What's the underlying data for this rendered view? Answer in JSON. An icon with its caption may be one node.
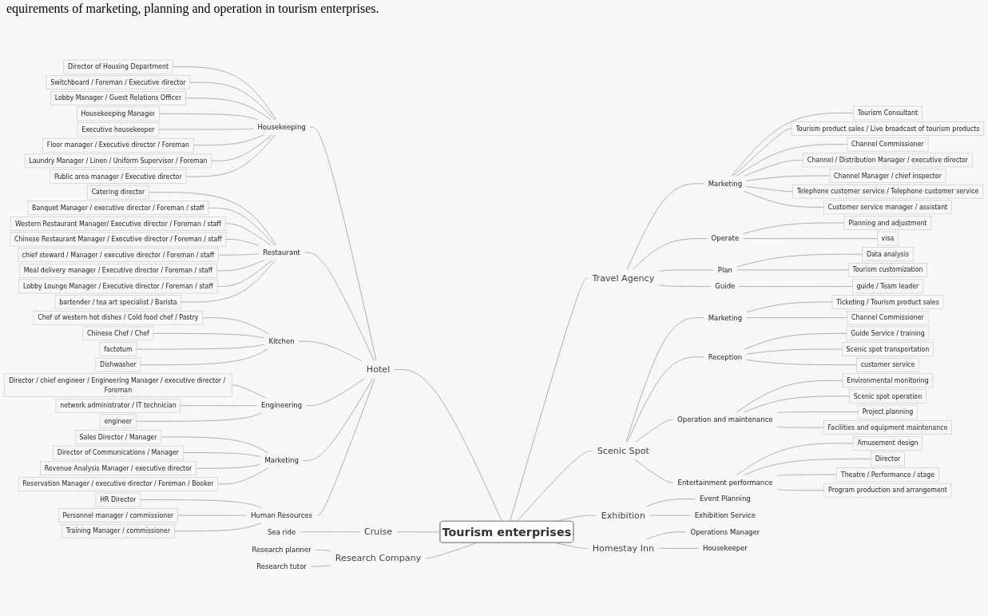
{
  "diagram": {
    "caption": "equirements of marketing, planning and operation in tourism enterprises.",
    "nodes": [
      {
        "text": [
          "Tourism enterprises"
        ]
      },
      {
        "text": [
          "Hotel"
        ]
      },
      {
        "text": [
          "Housekeeping"
        ]
      },
      {
        "text": [
          "Director of Housing Department"
        ]
      },
      {
        "text": [
          "Switchboard / Foreman / Executive director"
        ]
      },
      {
        "text": [
          "Lobby Manager / Guest Relations Officer"
        ]
      },
      {
        "text": [
          "Housekeeping Manager"
        ]
      },
      {
        "text": [
          "Executive housekeeper"
        ]
      },
      {
        "text": [
          "Floor manager / Executive director / Foreman"
        ]
      },
      {
        "text": [
          "Laundry Manager / Linen / Uniform Supervisor / Foreman"
        ]
      },
      {
        "text": [
          "Public area manager / Executive director"
        ]
      },
      {
        "text": [
          "Restaurant"
        ]
      },
      {
        "text": [
          "Catering director"
        ]
      },
      {
        "text": [
          "Banquet Manager / executive director / Foreman / staff"
        ]
      },
      {
        "text": [
          "Western Restaurant Manager/ Executive director / Foreman / staff"
        ]
      },
      {
        "text": [
          "Chinese Restaurant Manager / Executive director / Foreman / staff"
        ]
      },
      {
        "text": [
          "chief steward / Manager / executive director / Foreman / staff"
        ]
      },
      {
        "text": [
          "Meal delivery manager / Executive director / Foreman / staff"
        ]
      },
      {
        "text": [
          "Lobby Lounge Manager / Executive director / Foreman / staff"
        ]
      },
      {
        "text": [
          "bartender / tea art specialist / Barista"
        ]
      },
      {
        "text": [
          "Kitchen"
        ]
      },
      {
        "text": [
          "Chef of western hot dishes / Cold food chef / Pastry"
        ]
      },
      {
        "text": [
          "Chinese Chef / Chef"
        ]
      },
      {
        "text": [
          "factotum"
        ]
      },
      {
        "text": [
          "Dishwasher"
        ]
      },
      {
        "text": [
          "Engineering"
        ]
      },
      {
        "text": [
          "Director / chief engineer / Engineering Manager / executive director / Foreman"
        ]
      },
      {
        "text": [
          "network administrator / IT technician"
        ]
      },
      {
        "text": [
          "engineer"
        ]
      },
      {
        "text": [
          "Marketing"
        ]
      },
      {
        "text": [
          "Sales Director / Manager"
        ]
      },
      {
        "text": [
          "Director of Communications / Manager"
        ]
      },
      {
        "text": [
          "Revenue Analysis Manager / executive director"
        ]
      },
      {
        "text": [
          "Reservation Manager / executive director / Foreman / Booker"
        ]
      },
      {
        "text": [
          "Human Resources"
        ]
      },
      {
        "text": [
          "HR Director"
        ]
      },
      {
        "text": [
          "Personnel manager / commissioner"
        ]
      },
      {
        "text": [
          "Training Manager / commissioner"
        ]
      },
      {
        "text": [
          "Cruise"
        ]
      },
      {
        "text": [
          "Sea ride"
        ]
      },
      {
        "text": [
          "Research Company"
        ]
      },
      {
        "text": [
          "Research planner"
        ]
      },
      {
        "text": [
          "Research tutor"
        ]
      },
      {
        "text": [
          "Travel Agency"
        ]
      },
      {
        "text": [
          "Marketing"
        ]
      },
      {
        "text": [
          "Tourism Consultant"
        ]
      },
      {
        "text": [
          "Tourism product sales / Live broadcast of tourism products"
        ]
      },
      {
        "text": [
          "Channel Commissioner"
        ]
      },
      {
        "text": [
          "Channel / Distribution Manager / executive director"
        ]
      },
      {
        "text": [
          "Channel Manager / chief inspector"
        ]
      },
      {
        "text": [
          "Telephone customer service / Telephone customer service"
        ]
      },
      {
        "text": [
          "Customer service manager / assistant"
        ]
      },
      {
        "text": [
          "Operate"
        ]
      },
      {
        "text": [
          "Planning and adjustment"
        ]
      },
      {
        "text": [
          "visa"
        ]
      },
      {
        "text": [
          "Plan"
        ]
      },
      {
        "text": [
          "Data analysis"
        ]
      },
      {
        "text": [
          "Tourism customization"
        ]
      },
      {
        "text": [
          "Guide"
        ]
      },
      {
        "text": [
          "guide / Team leader"
        ]
      },
      {
        "text": [
          "Scenic Spot"
        ]
      },
      {
        "text": [
          "Marketing"
        ]
      },
      {
        "text": [
          "Ticketing / Tourism product sales"
        ]
      },
      {
        "text": [
          "Channel Commissioner"
        ]
      },
      {
        "text": [
          "Reception"
        ]
      },
      {
        "text": [
          "Guide Service / training"
        ]
      },
      {
        "text": [
          "Scenic spot transportation"
        ]
      },
      {
        "text": [
          "customer service"
        ]
      },
      {
        "text": [
          "Operation and maintenance"
        ]
      },
      {
        "text": [
          "Environmental monitoring"
        ]
      },
      {
        "text": [
          "Scenic spot operation"
        ]
      },
      {
        "text": [
          "Project planning"
        ]
      },
      {
        "text": [
          "Facilities and equipment maintenance"
        ]
      },
      {
        "text": [
          "Entertainment performance"
        ]
      },
      {
        "text": [
          "Amusement design"
        ]
      },
      {
        "text": [
          "Director"
        ]
      },
      {
        "text": [
          "Theatre / Performance / stage"
        ]
      },
      {
        "text": [
          "Program production and arrangement"
        ]
      },
      {
        "text": [
          "Exhibition"
        ]
      },
      {
        "text": [
          "Event Planning"
        ]
      },
      {
        "text": [
          "Exhibition Service"
        ]
      },
      {
        "text": [
          "Homestay Inn"
        ]
      },
      {
        "text": [
          "Operations Manager"
        ]
      },
      {
        "text": [
          "Housekeeper"
        ]
      }
    ],
    "edges": [
      {
        "from": 0,
        "to": 1,
        "arrow": "none"
      },
      {
        "from": 1,
        "to": 2,
        "arrow": "none"
      },
      {
        "from": 2,
        "to": 3,
        "arrow": "none"
      },
      {
        "from": 2,
        "to": 4,
        "arrow": "none"
      },
      {
        "from": 2,
        "to": 5,
        "arrow": "none"
      },
      {
        "from": 2,
        "to": 6,
        "arrow": "none"
      },
      {
        "from": 2,
        "to": 7,
        "arrow": "none"
      },
      {
        "from": 2,
        "to": 8,
        "arrow": "none"
      },
      {
        "from": 2,
        "to": 9,
        "arrow": "none"
      },
      {
        "from": 2,
        "to": 10,
        "arrow": "none"
      },
      {
        "from": 1,
        "to": 11,
        "arrow": "none"
      },
      {
        "from": 11,
        "to": 12,
        "arrow": "none"
      },
      {
        "from": 11,
        "to": 13,
        "arrow": "none"
      },
      {
        "from": 11,
        "to": 14,
        "arrow": "none"
      },
      {
        "from": 11,
        "to": 15,
        "arrow": "none"
      },
      {
        "from": 11,
        "to": 16,
        "arrow": "none"
      },
      {
        "from": 11,
        "to": 17,
        "arrow": "none"
      },
      {
        "from": 11,
        "to": 18,
        "arrow": "none"
      },
      {
        "from": 11,
        "to": 19,
        "arrow": "none"
      },
      {
        "from": 1,
        "to": 20,
        "arrow": "none"
      },
      {
        "from": 20,
        "to": 21,
        "arrow": "none"
      },
      {
        "from": 20,
        "to": 22,
        "arrow": "none"
      },
      {
        "from": 20,
        "to": 23,
        "arrow": "none"
      },
      {
        "from": 20,
        "to": 24,
        "arrow": "none"
      },
      {
        "from": 1,
        "to": 25,
        "arrow": "none"
      },
      {
        "from": 25,
        "to": 26,
        "arrow": "none"
      },
      {
        "from": 25,
        "to": 27,
        "arrow": "none"
      },
      {
        "from": 25,
        "to": 28,
        "arrow": "none"
      },
      {
        "from": 1,
        "to": 29,
        "arrow": "none"
      },
      {
        "from": 29,
        "to": 30,
        "arrow": "none"
      },
      {
        "from": 29,
        "to": 31,
        "arrow": "none"
      },
      {
        "from": 29,
        "to": 32,
        "arrow": "none"
      },
      {
        "from": 29,
        "to": 33,
        "arrow": "none"
      },
      {
        "from": 1,
        "to": 34,
        "arrow": "none"
      },
      {
        "from": 34,
        "to": 35,
        "arrow": "none"
      },
      {
        "from": 34,
        "to": 36,
        "arrow": "none"
      },
      {
        "from": 34,
        "to": 37,
        "arrow": "none"
      },
      {
        "from": 0,
        "to": 38,
        "arrow": "none"
      },
      {
        "from": 38,
        "to": 39,
        "arrow": "none"
      },
      {
        "from": 0,
        "to": 40,
        "arrow": "none"
      },
      {
        "from": 40,
        "to": 41,
        "arrow": "none"
      },
      {
        "from": 40,
        "to": 42,
        "arrow": "none"
      },
      {
        "from": 0,
        "to": 43,
        "arrow": "none"
      },
      {
        "from": 43,
        "to": 44,
        "arrow": "none"
      },
      {
        "from": 44,
        "to": 45,
        "arrow": "none"
      },
      {
        "from": 44,
        "to": 46,
        "arrow": "none"
      },
      {
        "from": 44,
        "to": 47,
        "arrow": "none"
      },
      {
        "from": 44,
        "to": 48,
        "arrow": "none"
      },
      {
        "from": 44,
        "to": 49,
        "arrow": "none"
      },
      {
        "from": 44,
        "to": 50,
        "arrow": "none"
      },
      {
        "from": 44,
        "to": 51,
        "arrow": "none"
      },
      {
        "from": 43,
        "to": 52,
        "arrow": "none"
      },
      {
        "from": 52,
        "to": 53,
        "arrow": "none"
      },
      {
        "from": 52,
        "to": 54,
        "arrow": "none"
      },
      {
        "from": 43,
        "to": 55,
        "arrow": "none"
      },
      {
        "from": 55,
        "to": 56,
        "arrow": "none"
      },
      {
        "from": 55,
        "to": 57,
        "arrow": "none"
      },
      {
        "from": 43,
        "to": 58,
        "arrow": "none"
      },
      {
        "from": 58,
        "to": 59,
        "arrow": "none"
      },
      {
        "from": 0,
        "to": 60,
        "arrow": "none"
      },
      {
        "from": 60,
        "to": 61,
        "arrow": "none"
      },
      {
        "from": 61,
        "to": 62,
        "arrow": "none"
      },
      {
        "from": 61,
        "to": 63,
        "arrow": "none"
      },
      {
        "from": 60,
        "to": 64,
        "arrow": "none"
      },
      {
        "from": 64,
        "to": 65,
        "arrow": "none"
      },
      {
        "from": 64,
        "to": 66,
        "arrow": "none"
      },
      {
        "from": 64,
        "to": 67,
        "arrow": "none"
      },
      {
        "from": 60,
        "to": 68,
        "arrow": "none"
      },
      {
        "from": 68,
        "to": 69,
        "arrow": "none"
      },
      {
        "from": 68,
        "to": 70,
        "arrow": "none"
      },
      {
        "from": 68,
        "to": 71,
        "arrow": "none"
      },
      {
        "from": 68,
        "to": 72,
        "arrow": "none"
      },
      {
        "from": 60,
        "to": 73,
        "arrow": "none"
      },
      {
        "from": 73,
        "to": 74,
        "arrow": "none"
      },
      {
        "from": 73,
        "to": 75,
        "arrow": "none"
      },
      {
        "from": 73,
        "to": 76,
        "arrow": "none"
      },
      {
        "from": 73,
        "to": 77,
        "arrow": "none"
      },
      {
        "from": 0,
        "to": 78,
        "arrow": "none"
      },
      {
        "from": 78,
        "to": 79,
        "arrow": "none"
      },
      {
        "from": 78,
        "to": 80,
        "arrow": "none"
      },
      {
        "from": 0,
        "to": 81,
        "arrow": "none"
      },
      {
        "from": 81,
        "to": 82,
        "arrow": "none"
      },
      {
        "from": 81,
        "to": 83,
        "arrow": "none"
      }
    ]
  }
}
